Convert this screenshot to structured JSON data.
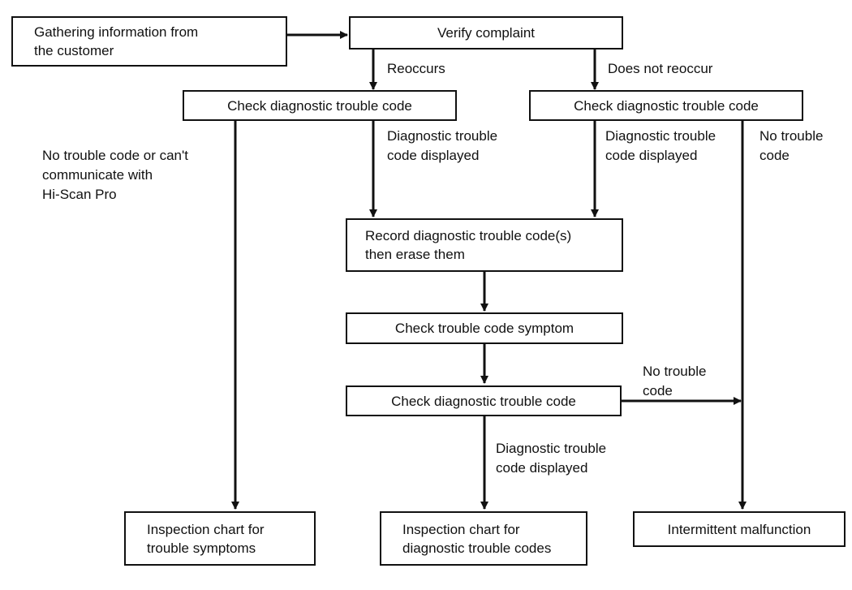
{
  "nodes": {
    "gathering": [
      "Gathering information from",
      "the customer"
    ],
    "verify": "Verify complaint",
    "check_left": "Check diagnostic trouble code",
    "check_right": "Check diagnostic trouble code",
    "record": [
      "Record diagnostic trouble code(s)",
      "then erase them"
    ],
    "check_symptom": "Check trouble code symptom",
    "check_mid": "Check diagnostic trouble code",
    "inspect_symptoms": [
      "Inspection chart for",
      "trouble symptoms"
    ],
    "inspect_codes": [
      "Inspection chart for",
      "diagnostic trouble codes"
    ],
    "intermittent": "Intermittent malfunction"
  },
  "labels": {
    "reoccurs": "Reoccurs",
    "does_not_reoccur": "Does not reoccur",
    "no_code_left": [
      "No trouble code or can't",
      "communicate with",
      "Hi-Scan Pro"
    ],
    "dtc_displayed_1": [
      "Diagnostic trouble",
      "code displayed"
    ],
    "dtc_displayed_2": [
      "Diagnostic trouble",
      "code displayed"
    ],
    "no_code_right": [
      "No trouble",
      "code"
    ],
    "no_code_mid": [
      "No trouble",
      "code"
    ],
    "dtc_displayed_3": [
      "Diagnostic trouble",
      "code displayed"
    ]
  }
}
